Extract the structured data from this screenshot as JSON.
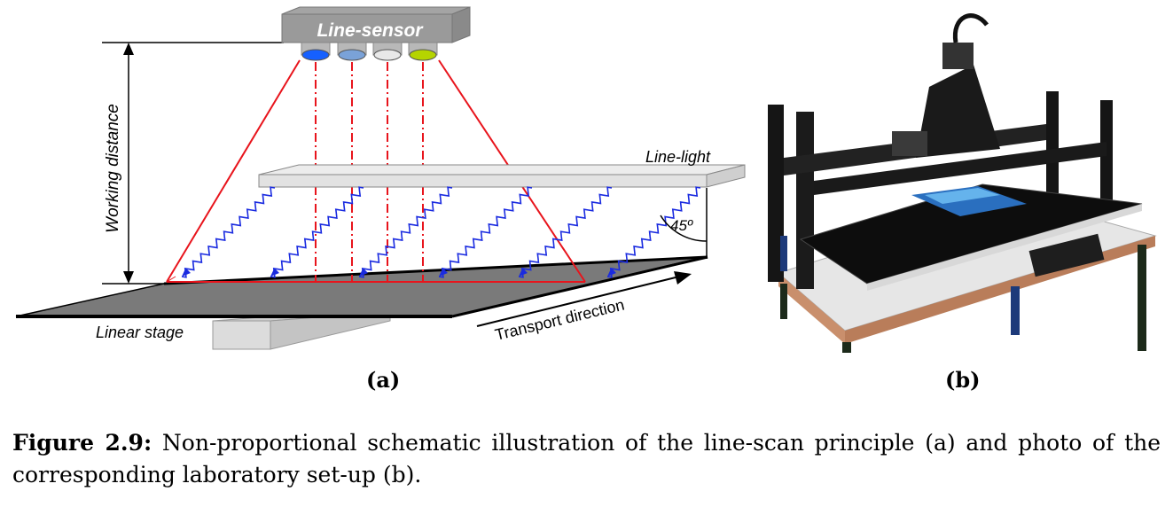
{
  "figure_a": {
    "sensor_label": "Line-sensor",
    "light_label": "Line-light",
    "distance_label": "Working distance",
    "angle_label": "45º",
    "stage_label": "Linear stage",
    "transport_label": "Transport direction",
    "led_colors": [
      "#1560ff",
      "#7aa2d8",
      "#e8e8e8",
      "#b5d400"
    ],
    "accent_color": "#e8141c",
    "wave_color": "#1a2be0"
  },
  "subfigure_labels": {
    "a": "(a)",
    "b": "(b)"
  },
  "caption": {
    "figure_number": "Figure 2.9:",
    "text": "Non-proportional schematic illustration of the line-scan principle (a) and photo of the corresponding laboratory set-up (b)."
  }
}
